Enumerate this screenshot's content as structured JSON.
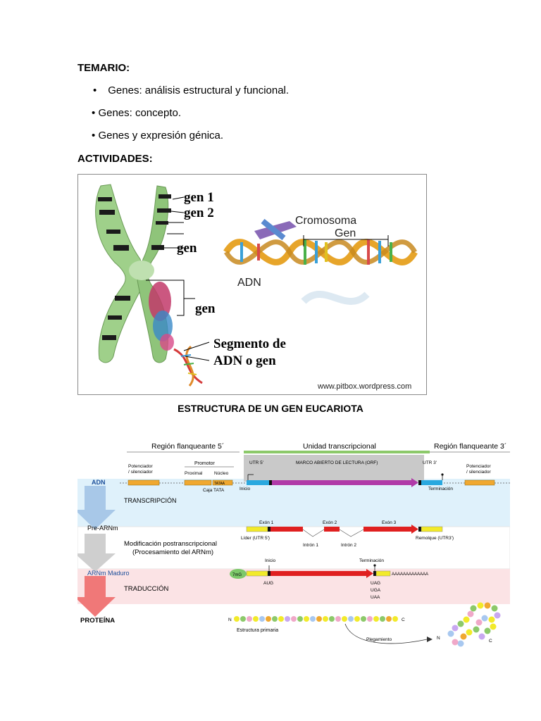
{
  "temario": {
    "heading": "TEMARIO:",
    "items": [
      "Genes: análisis estructural y funcional.",
      "Genes: concepto.",
      "Genes y expresión génica."
    ]
  },
  "actividades": {
    "heading": "ACTIVIDADES:"
  },
  "figure1": {
    "labels": {
      "gen1": "gen 1",
      "gen2": "gen 2",
      "gen": "gen",
      "gen_b": "gen",
      "segmento_line1": "Segmento de",
      "segmento_line2": "ADN o gen",
      "cromosoma": "Cromosoma",
      "gen_helix": "Gen",
      "adn": "ADN",
      "credit": "www.pitbox.wordpress.com"
    }
  },
  "caption": "ESTRUCTURA DE UN GEN EUCARIOTA",
  "figure2": {
    "region5": "Región flanqueante 5´",
    "unidad": "Unidad transcripcional",
    "region3": "Región flanqueante 3´",
    "potenciador_l1": "Potenciador",
    "potenciador_l2": "/ silenciador",
    "promotor": "Promotor",
    "proximal": "Proximal",
    "nucleo": "Núcleo",
    "tata_box": "TATAA",
    "utr5": "UTR 5'",
    "orf": "MARCO ABIERTO DE LECTURA (ORF)",
    "utr3": "UTR 3'",
    "potenciador_r1": "Potenciador",
    "potenciador_r2": "/ silenciador",
    "adn": "ADN",
    "caja_tata": "Caja TATA",
    "inicio": "Inicio",
    "terminacion": "Terminación",
    "transcripcion": "TRANSCRIPCIÓN",
    "pre_arnm": "Pre-ARNm",
    "exon1": "Exón 1",
    "exon2": "Exón 2",
    "exon3": "Exón 3",
    "lider": "Líder (UTR 5')",
    "intron1": "Intrón 1",
    "intron2": "Intrón 2",
    "remolque": "Remolque (UTR3')",
    "modif_l1": "Modificación postranscripcional",
    "modif_l2": "(Procesamiento del ARNm)",
    "arnm_maduro": "ARNm Maduro",
    "cap": "7mG",
    "inicio2": "Inicio",
    "terminacion2": "Terminación",
    "aug": "AUG",
    "polya": "AAAAAAAAAAAAA",
    "traduccion": "TRADUCCIÓN",
    "uag": "UAG",
    "uga": "UGA",
    "uaa": "UAA",
    "proteina": "PROTEÍNA",
    "n_term": "N",
    "c_term": "C",
    "estructura": "Estructura primaria",
    "plegamiento": "Plegamiento",
    "n_term2": "N",
    "c_term2": "C"
  },
  "colors": {
    "green": "#8cc96a",
    "orange": "#f0a830",
    "blue_seg": "#29a8df",
    "magenta": "#b03aa8",
    "red": "#e02020",
    "yellow": "#f2ea2a",
    "band_blue": "#dff1fb",
    "band_red": "#fbe3e5"
  }
}
